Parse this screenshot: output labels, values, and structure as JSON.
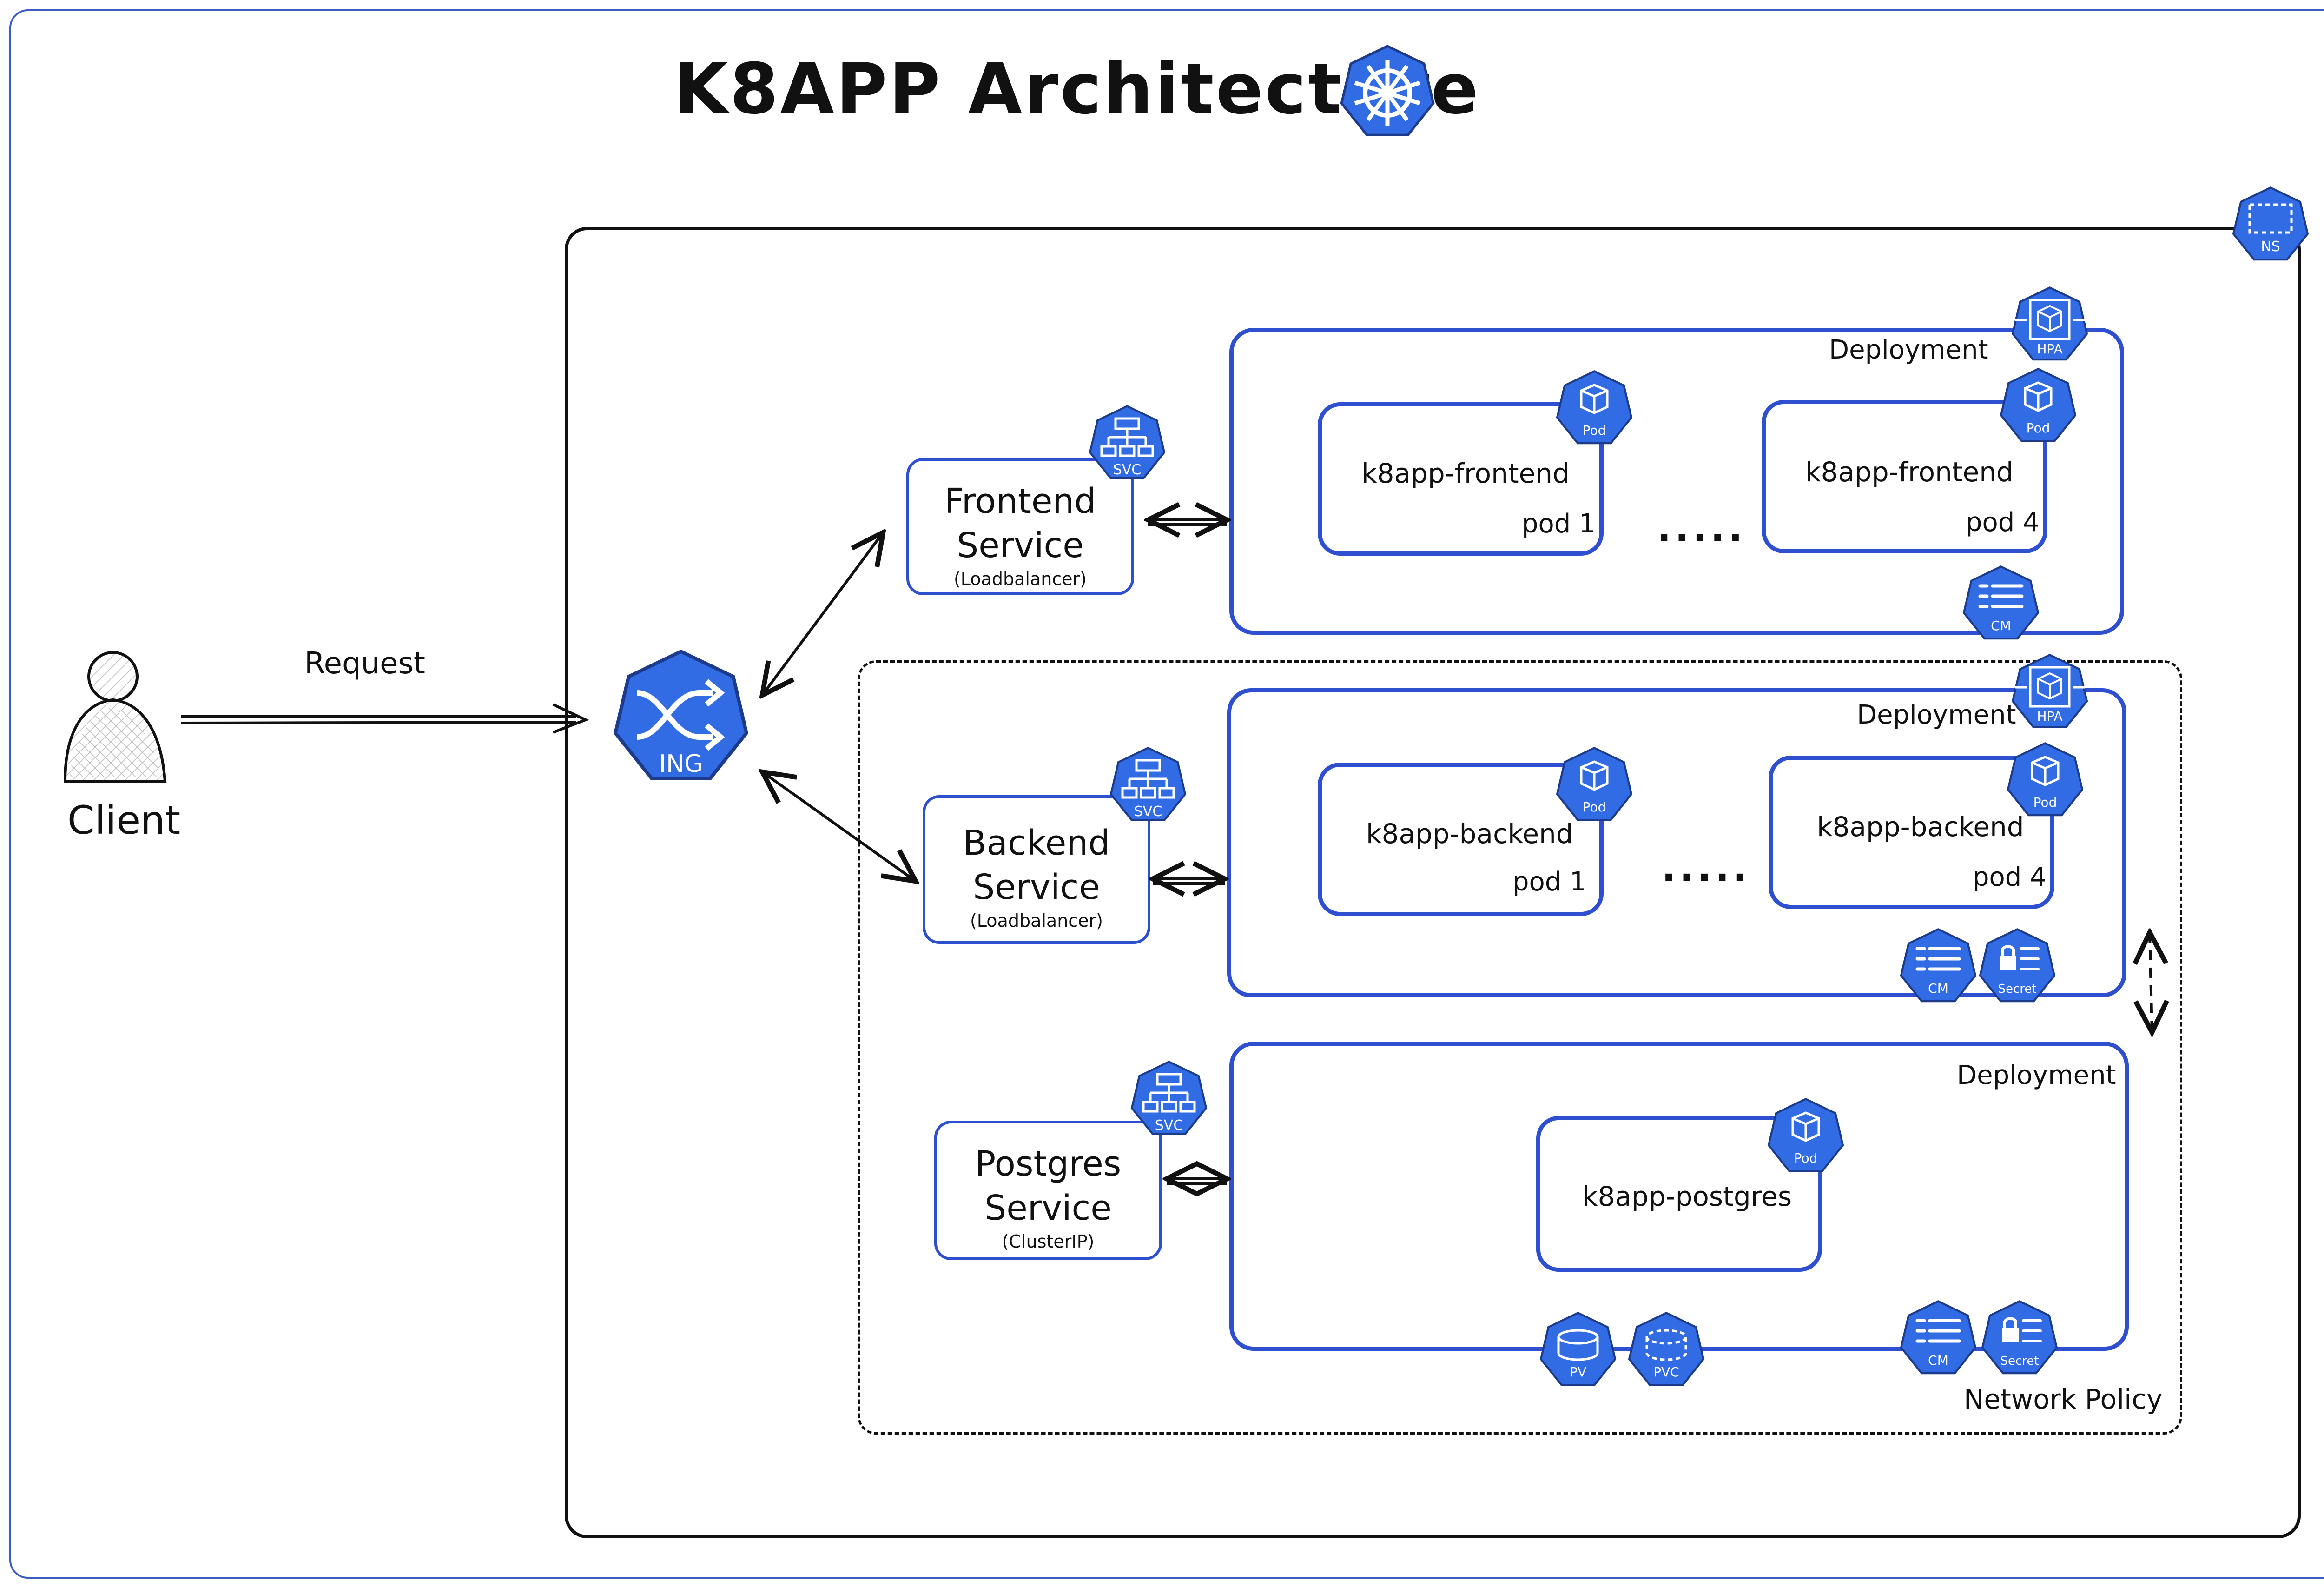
{
  "title": "K8APP Architecture",
  "client": {
    "label": "Client"
  },
  "request": {
    "label": "Request"
  },
  "ingress": {
    "icon": "ING"
  },
  "namespace": {
    "icon": "NS"
  },
  "network_policy": {
    "label": "Network Policy"
  },
  "frontend": {
    "service_name_1": "Frontend",
    "service_name_2": "Service",
    "service_type": "(Loadbalancer)",
    "svc_icon": "SVC",
    "deployment_label": "Deployment",
    "hpa_icon": "HPA",
    "cm_icon": "CM",
    "pods": [
      {
        "name": "k8app-frontend",
        "num": "pod 1",
        "icon": "Pod"
      },
      {
        "name": "k8app-frontend",
        "num": "pod 4",
        "icon": "Pod"
      }
    ],
    "ellipsis": "....."
  },
  "backend": {
    "service_name_1": "Backend",
    "service_name_2": "Service",
    "service_type": "(Loadbalancer)",
    "svc_icon": "SVC",
    "deployment_label": "Deployment",
    "hpa_icon": "HPA",
    "cm_icon": "CM",
    "secret_icon": "Secret",
    "pods": [
      {
        "name": "k8app-backend",
        "num": "pod 1",
        "icon": "Pod"
      },
      {
        "name": "k8app-backend",
        "num": "pod 4",
        "icon": "Pod"
      }
    ],
    "ellipsis": "....."
  },
  "postgres": {
    "service_name_1": "Postgres",
    "service_name_2": "Service",
    "service_type": "(ClusterIP)",
    "svc_icon": "SVC",
    "deployment_label": "Deployment",
    "cm_icon": "CM",
    "secret_icon": "Secret",
    "pv_icon": "PV",
    "pvc_icon": "PVC",
    "pod": {
      "name": "k8app-postgres",
      "icon": "Pod"
    }
  },
  "colors": {
    "k8s_blue": "#326ce5",
    "box_border": "#2e4fd0",
    "frame": "#3b5bc8"
  }
}
